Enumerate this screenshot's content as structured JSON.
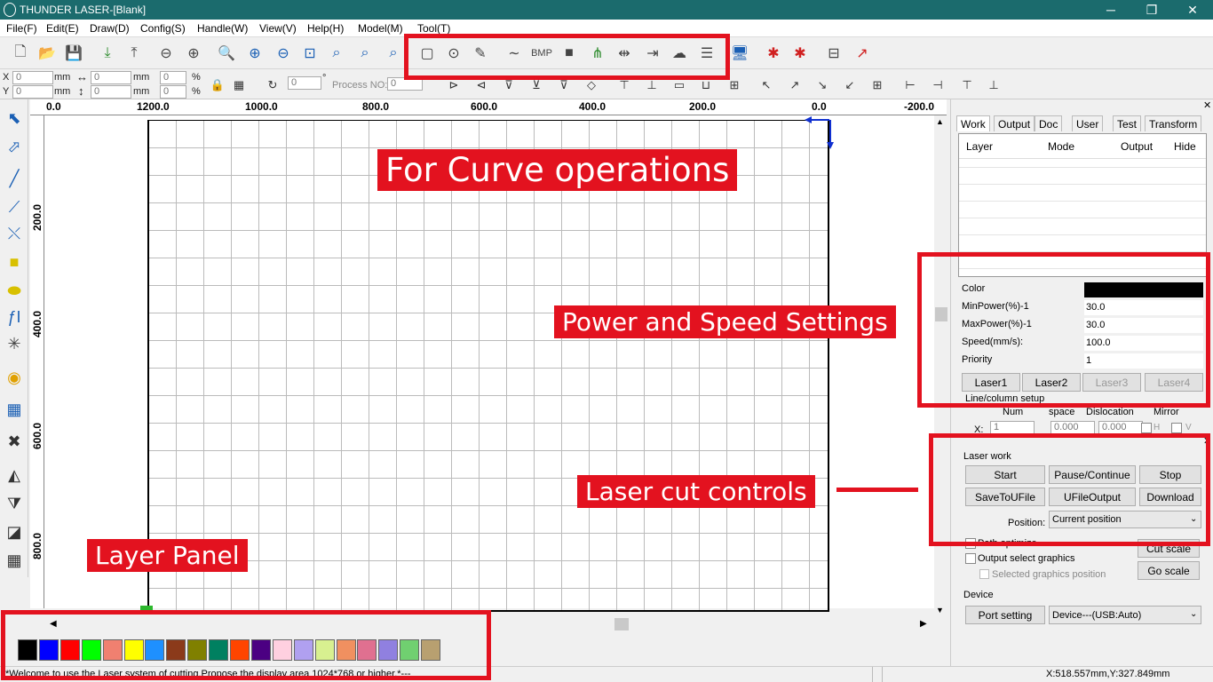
{
  "window": {
    "title": "THUNDER LASER-[Blank]",
    "minimize": "─",
    "restore": "❐",
    "close": "✕"
  },
  "menu": [
    "File(F)",
    "Edit(E)",
    "Draw(D)",
    "Config(S)",
    "Handle(W)",
    "View(V)",
    "Help(H)",
    "Model(M)",
    "Tool(T)"
  ],
  "toolbar": {
    "bmp_label": "BMP"
  },
  "coords": {
    "x_label": "X",
    "y_label": "Y",
    "x_value": "0",
    "y_value": "0",
    "unit": "mm",
    "w_value": "0",
    "h_value": "0",
    "w_unit": "mm",
    "h_unit": "mm",
    "wp_value": "0",
    "hp_value": "0",
    "pct": "%",
    "rotate_value": "0",
    "deg": "°",
    "process_no_label": "Process NO:",
    "process_no_value": "0"
  },
  "ruler": {
    "top": [
      "0.0",
      "1200.0",
      "1000.0",
      "800.0",
      "600.0",
      "400.0",
      "200.0",
      "0.0",
      "-200.0"
    ],
    "left": [
      "200.0",
      "400.0",
      "600.0",
      "800.0"
    ]
  },
  "panel": {
    "tabs": [
      "Work",
      "Output",
      "Doc",
      "User",
      "Test",
      "Transform"
    ],
    "layer_columns": [
      "Layer",
      "Mode",
      "Output",
      "Hide"
    ],
    "props": [
      {
        "k": "Color",
        "v": ""
      },
      {
        "k": "MinPower(%)-1",
        "v": "30.0"
      },
      {
        "k": "MaxPower(%)-1",
        "v": "30.0"
      },
      {
        "k": "Speed(mm/s):",
        "v": "100.0"
      },
      {
        "k": "Priority",
        "v": "1"
      }
    ],
    "lasers": [
      "Laser1",
      "Laser2",
      "Laser3",
      "Laser4"
    ],
    "line_setup": "Line/column setup",
    "line_cols": [
      "Num",
      "space",
      "Dislocation",
      "Mirror"
    ],
    "line_x_label": "X:",
    "line_num": "1",
    "line_space": "0.000",
    "line_disloc": "0.000",
    "mirror_h": "H",
    "mirror_v": "V",
    "laser_work_label": "Laser work",
    "buttons": [
      "Start",
      "Pause/Continue",
      "Stop",
      "SaveToUFile",
      "UFileOutput",
      "Download"
    ],
    "position_label": "Position:",
    "position_value": "Current position",
    "path_optimize": "Path optimize",
    "output_select": "Output select graphics",
    "selected_pos": "Selected graphics position",
    "cut_scale": "Cut scale",
    "go_scale": "Go scale",
    "device_label": "Device",
    "port_setting": "Port setting",
    "device_value": "Device---(USB:Auto)"
  },
  "palette": [
    "#000000",
    "#0000ff",
    "#ff0000",
    "#00ff00",
    "#f08070",
    "#ffff00",
    "#1e90ff",
    "#8b3a1a",
    "#808000",
    "#008060",
    "#ff4500",
    "#4b0082",
    "#ffd0e0",
    "#b0a0f0",
    "#d8f090",
    "#f09060",
    "#e07090",
    "#9080e0",
    "#70d070",
    "#b8a070"
  ],
  "status": {
    "message": "*Welcome to use the Laser system of cutting.Propose the display area 1024*768 or higher.*---",
    "coords": "X:518.557mm,Y:327.849mm"
  },
  "annotations": {
    "curve": "For Curve operations",
    "power": "Power and Speed Settings",
    "laser": "Laser cut controls",
    "layer": "Layer Panel"
  },
  "colors": {
    "annotation": "#e3121f",
    "titlebar": "#1b6b6d"
  }
}
